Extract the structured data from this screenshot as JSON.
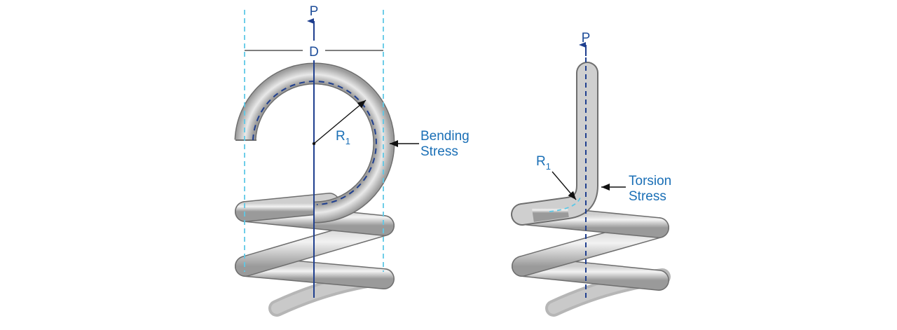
{
  "left_figure": {
    "force_label": "P",
    "diameter_label": "D",
    "radius_label": "R",
    "radius_subscript": "1",
    "stress_label_line1": "Bending",
    "stress_label_line2": "Stress"
  },
  "right_figure": {
    "force_label": "P",
    "radius_label": "R",
    "radius_subscript": "1",
    "stress_label_line1": "Torsion",
    "stress_label_line2": "Stress"
  },
  "colors": {
    "axis_blue": "#1f3f8f",
    "label_blue": "#1a6fb6",
    "dashed_cyan": "#5ec8e6",
    "wire_outline": "#6e6e6e",
    "wire_light": "#e6e6e6",
    "wire_mid": "#b4b4b4",
    "arrow_black": "#111111"
  }
}
